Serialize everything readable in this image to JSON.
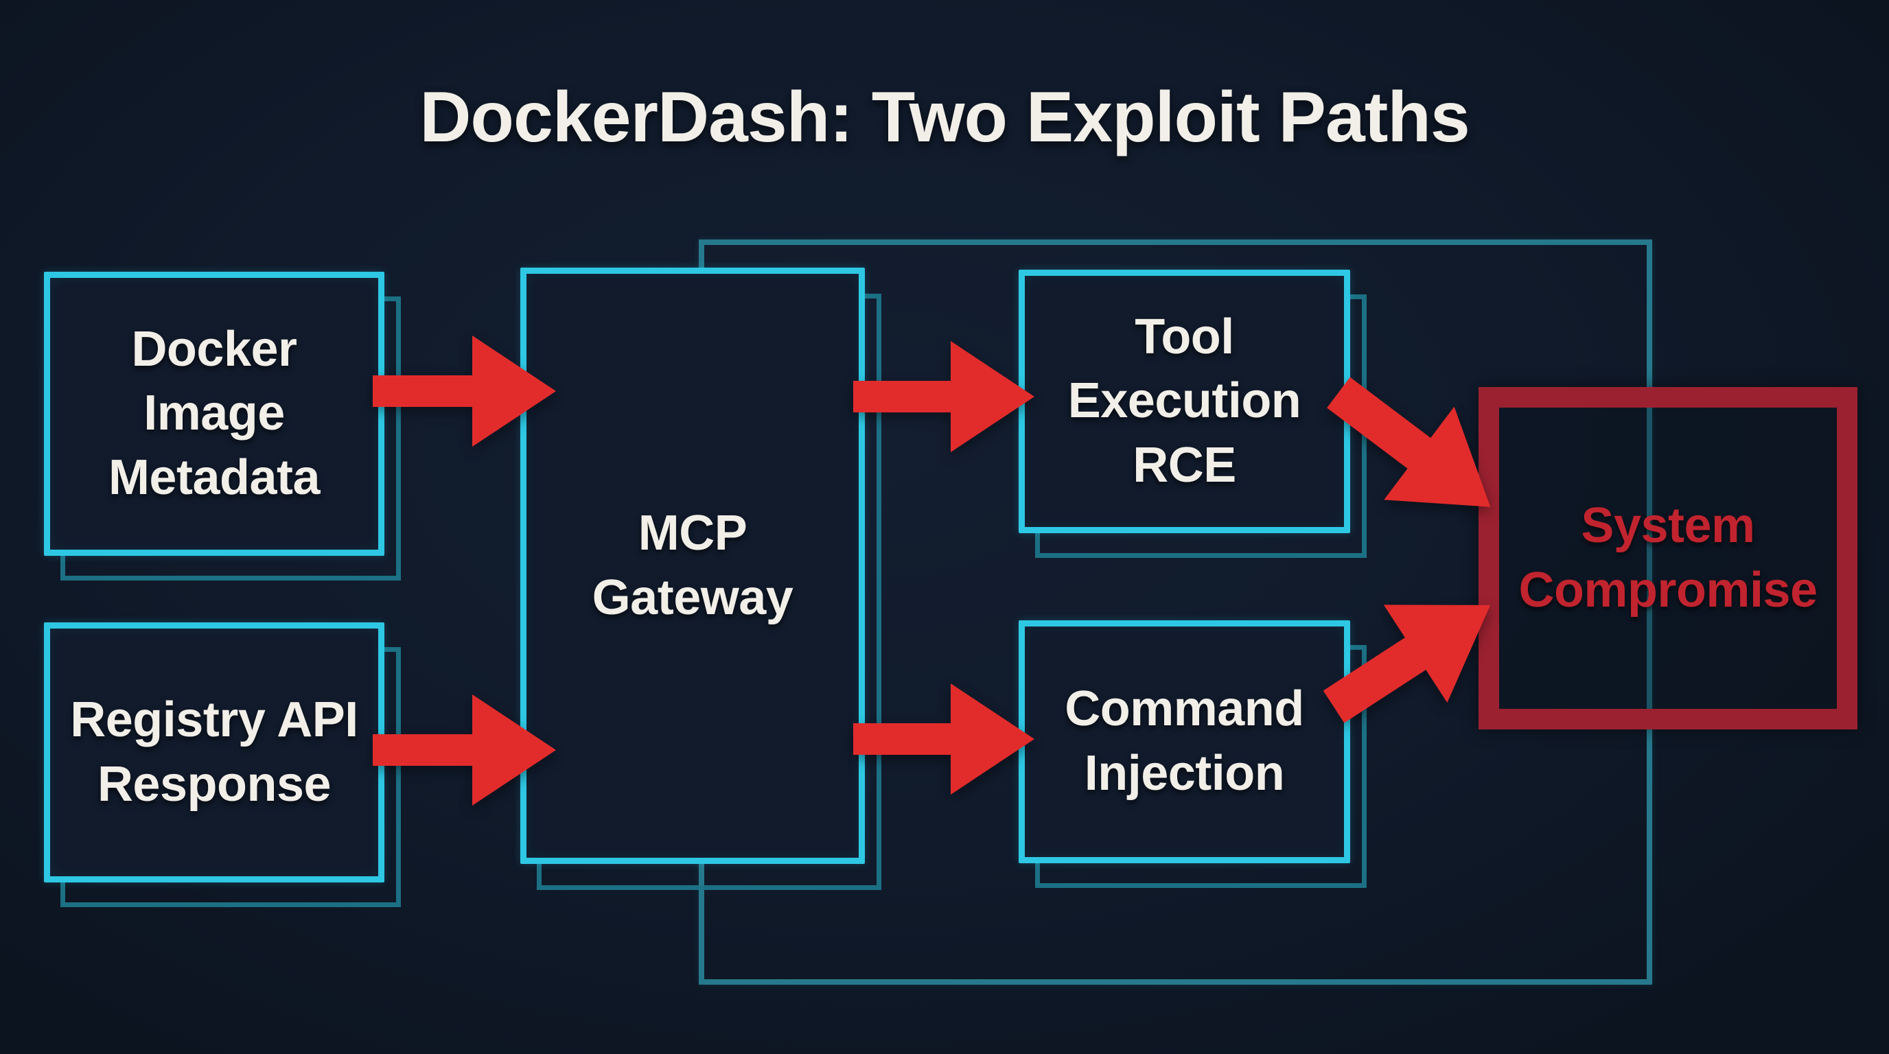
{
  "title": "DockerDash: Two Exploit Paths",
  "colors": {
    "background": "#101a2a",
    "node_fill": "#111b2c",
    "node_border_cyan": "#2ec8e4",
    "echo_outline_teal": "#1e7589",
    "background_outline": "#26798c",
    "arrow_red": "#e22c2c",
    "compromise_border": "#9b2130",
    "compromise_text": "#c1242f",
    "label_text": "#f2efe9"
  },
  "nodes": {
    "docker_image_metadata": {
      "lines": [
        "Docker",
        "Image",
        "Metadata"
      ]
    },
    "registry_api_response": {
      "lines": [
        "Registry API",
        "Response"
      ]
    },
    "mcp_gateway": {
      "lines": [
        "MCP",
        "Gateway"
      ]
    },
    "tool_execution_rce": {
      "lines": [
        "Tool",
        "Execution",
        "RCE"
      ]
    },
    "command_injection": {
      "lines": [
        "Command",
        "Injection"
      ]
    },
    "system_compromise": {
      "lines": [
        "System",
        "Compromise"
      ]
    }
  },
  "edges": [
    {
      "from": "docker_image_metadata",
      "to": "mcp_gateway"
    },
    {
      "from": "registry_api_response",
      "to": "mcp_gateway"
    },
    {
      "from": "mcp_gateway",
      "to": "tool_execution_rce"
    },
    {
      "from": "mcp_gateway",
      "to": "command_injection"
    },
    {
      "from": "tool_execution_rce",
      "to": "system_compromise"
    },
    {
      "from": "command_injection",
      "to": "system_compromise"
    }
  ]
}
